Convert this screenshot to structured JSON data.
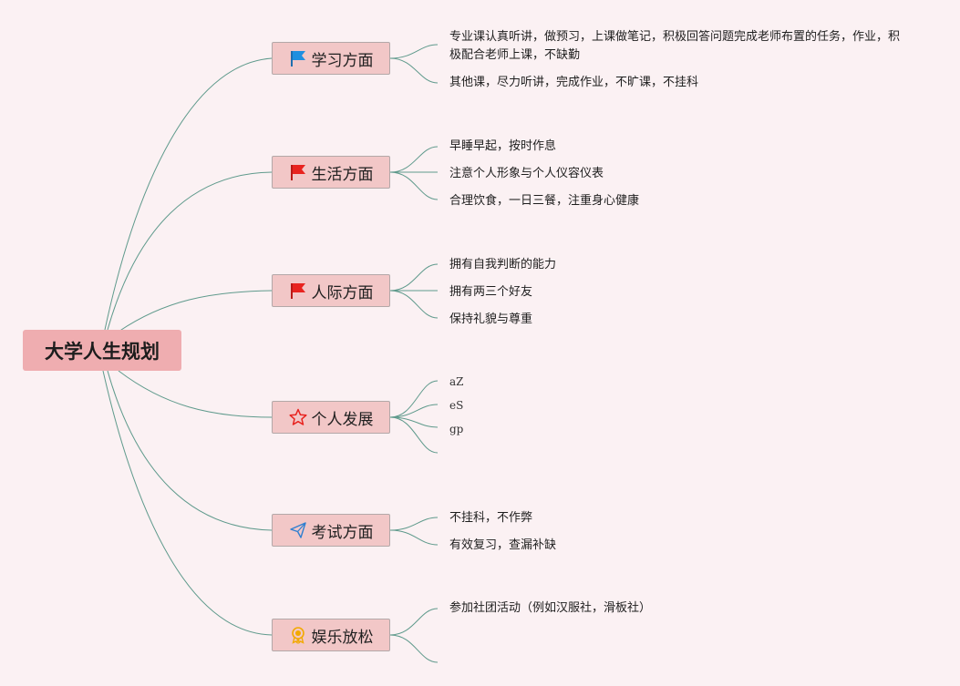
{
  "root": {
    "label": "大学人生规划"
  },
  "branches": [
    {
      "label": "学习方面",
      "icon": "blue-flag-icon",
      "leaves": [
        "专业课认真听讲，做预习，上课做笔记，积极回答问题完成老师布置的任务，作业，积极配合老师上课，不缺勤",
        "其他课，尽力听讲，完成作业，不旷课，不挂科"
      ]
    },
    {
      "label": "生活方面",
      "icon": "red-flag-icon",
      "leaves": [
        "早睡早起，按时作息",
        "注意个人形象与个人仪容仪表",
        "合理饮食，一日三餐，注重身心健康"
      ]
    },
    {
      "label": "人际方面",
      "icon": "red-flag-icon",
      "leaves": [
        "拥有自我判断的能力",
        "拥有两三个好友",
        "保持礼貌与尊重"
      ]
    },
    {
      "label": "个人发展",
      "icon": "star-icon",
      "leaves": [
        "aZ",
        "eS",
        "gp",
        ""
      ]
    },
    {
      "label": "考试方面",
      "icon": "paper-plane-icon",
      "leaves": [
        "不挂科，不作弊",
        "有效复习，查漏补缺"
      ]
    },
    {
      "label": "娱乐放松",
      "icon": "medal-icon",
      "leaves": [
        "参加社团活动（例如汉服社，滑板社）",
        ""
      ]
    }
  ],
  "colors": {
    "background": "#fbf1f3",
    "root_fill": "#efadb0",
    "branch_fill": "#f2c7c7",
    "connector": "#5f9a8c",
    "flag_blue": "#1f8fe0",
    "flag_red": "#e8231f"
  }
}
